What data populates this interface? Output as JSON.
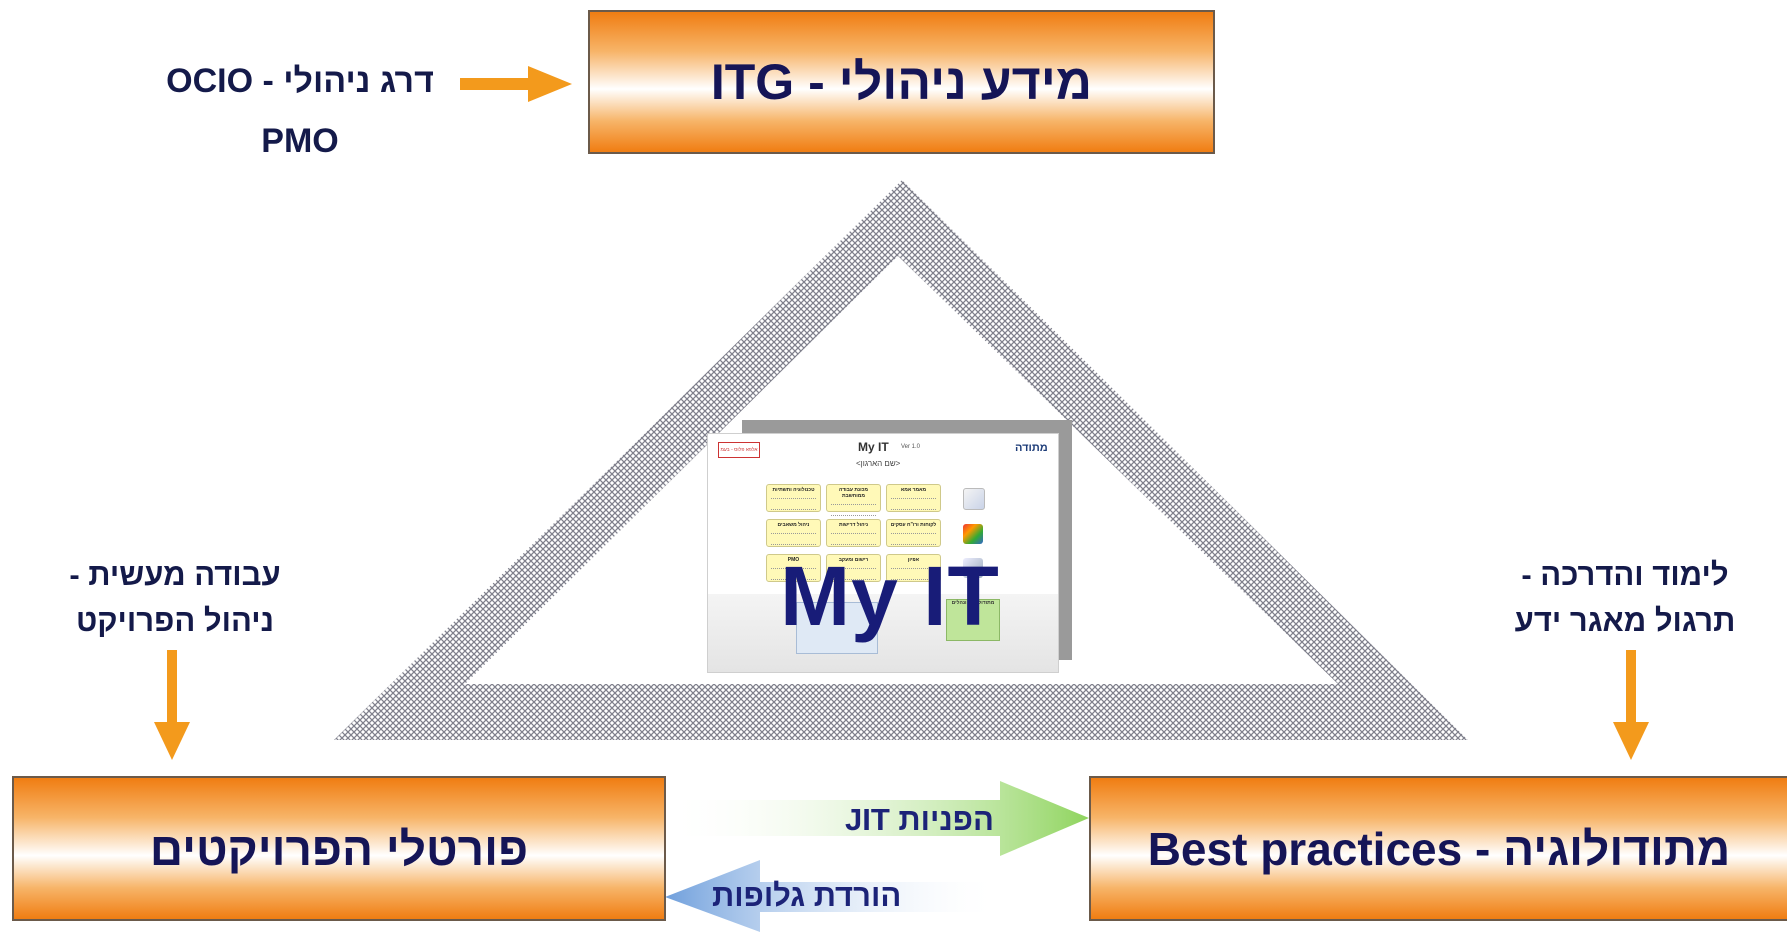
{
  "top_box": {
    "label": "מידע ניהולי - ITG"
  },
  "left_box": {
    "label": "פורטלי הפרויקטים"
  },
  "right_box": {
    "label": "מתודולוגיה - Best practices"
  },
  "top_left_labels": {
    "line1": "דרג ניהולי - OCIO",
    "line2": "PMO"
  },
  "left_labels": {
    "line1": "עבודה מעשית -",
    "line2": "ניהול הפרויקט"
  },
  "right_labels": {
    "line1": "לימוד והדרכה -",
    "line2": "תרגול מאגר ידע"
  },
  "arrows": {
    "to_right": "הפניות JIT",
    "to_left": "הורדת גלופות"
  },
  "center": {
    "title": "My IT",
    "screenshot": {
      "title": "My IT",
      "version": "Ver 1.0",
      "logo": "מתודה",
      "org_name": "<שם הארגון>",
      "brand": "אלפא פלוס - בעמ",
      "tiles": [
        "מאמר אמא",
        "מכונת עבודה ממוחשבת",
        "טכנולוגיה ותשתיות",
        "לקוחות ורו\"ח עסקים",
        "ניהול דרישות",
        "ניהול משאבים",
        "אפיון",
        "רישום ומעקב",
        "PMO"
      ],
      "green_panel": "מתודולוגיות ונהלים"
    }
  },
  "colors": {
    "box_orange": "#f07d12",
    "arrow_orange": "#f39a1c",
    "text_navy": "#151557",
    "arrow_green": "#9edc6e",
    "arrow_blue": "#7ea8dc"
  }
}
